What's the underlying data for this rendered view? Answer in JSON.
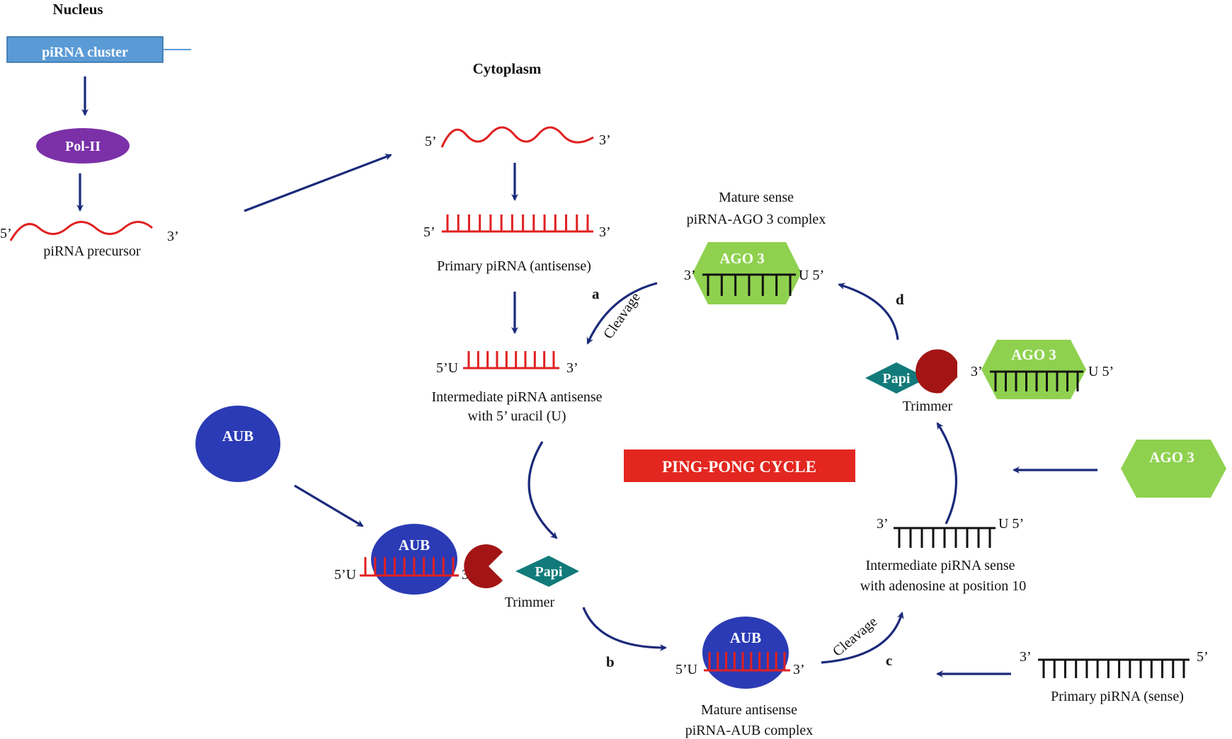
{
  "labels": {
    "nucleus": "Nucleus",
    "cytoplasm": "Cytoplasm",
    "pirna_cluster": "piRNA cluster",
    "pol2": "Pol-II",
    "pirna_precursor": "piRNA precursor",
    "primary_antisense": "Primary piRNA (antisense)",
    "intermediate_antisense_1": "Intermediate piRNA antisense",
    "intermediate_antisense_2": "with 5’ uracil (U)",
    "mature_sense_1": "Mature sense",
    "mature_sense_2": "piRNA-AGO 3 complex",
    "ping_pong": "PING-PONG CYCLE",
    "intermediate_sense_1": "Intermediate piRNA sense",
    "intermediate_sense_2": "with  adenosine at position 10",
    "primary_sense": "Primary piRNA (sense)",
    "mature_antisense_1": "Mature antisense",
    "mature_antisense_2": "piRNA-AUB complex",
    "aub": "AUB",
    "ago3": "AGO 3",
    "papi": "Papi",
    "trimmer": "Trimmer",
    "cleavage": "Cleavage"
  },
  "ends": {
    "five_prime": "5’",
    "three_prime": "3’",
    "five_prime_u": "5’U",
    "u_five_prime": "U 5’"
  },
  "steps": {
    "a": "a",
    "b": "b",
    "c": "c",
    "d": "d"
  },
  "colors": {
    "arrow": "#1b2a7a",
    "rna_antisense": "#e02020",
    "rna_sense": "#111111",
    "cluster_box": "#5b9bd5",
    "pol2": "#7b30a8",
    "aub": "#2b3bb5",
    "ago3": "#8fd14f",
    "papi": "#127a7a",
    "trimmer": "#a31515",
    "ping_pong_banner": "#e3261f"
  }
}
